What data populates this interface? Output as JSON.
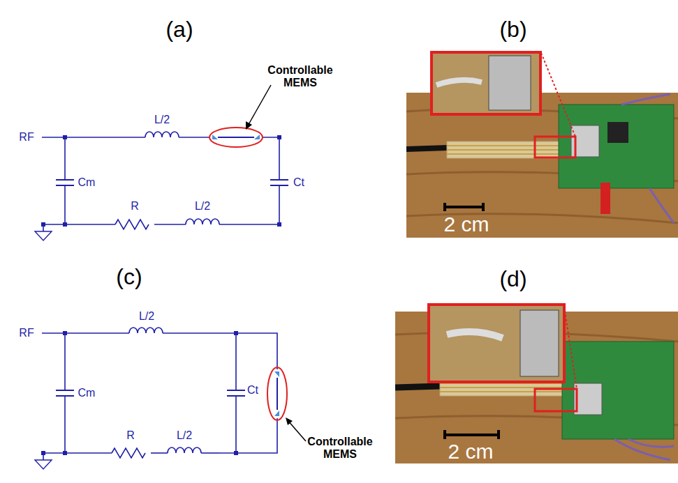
{
  "diagram": {
    "labels": [
      "(a)",
      "(b)",
      "Controllable MEMS",
      "RF",
      "L/2",
      "Cm",
      "Ct",
      "R",
      "L/2",
      "2 cm",
      "(c)",
      "(d)",
      "RF",
      "L/2",
      "Cm",
      "Ct",
      "R",
      "L/2",
      "Controllable MEMS",
      "2 cm"
    ]
  }
}
